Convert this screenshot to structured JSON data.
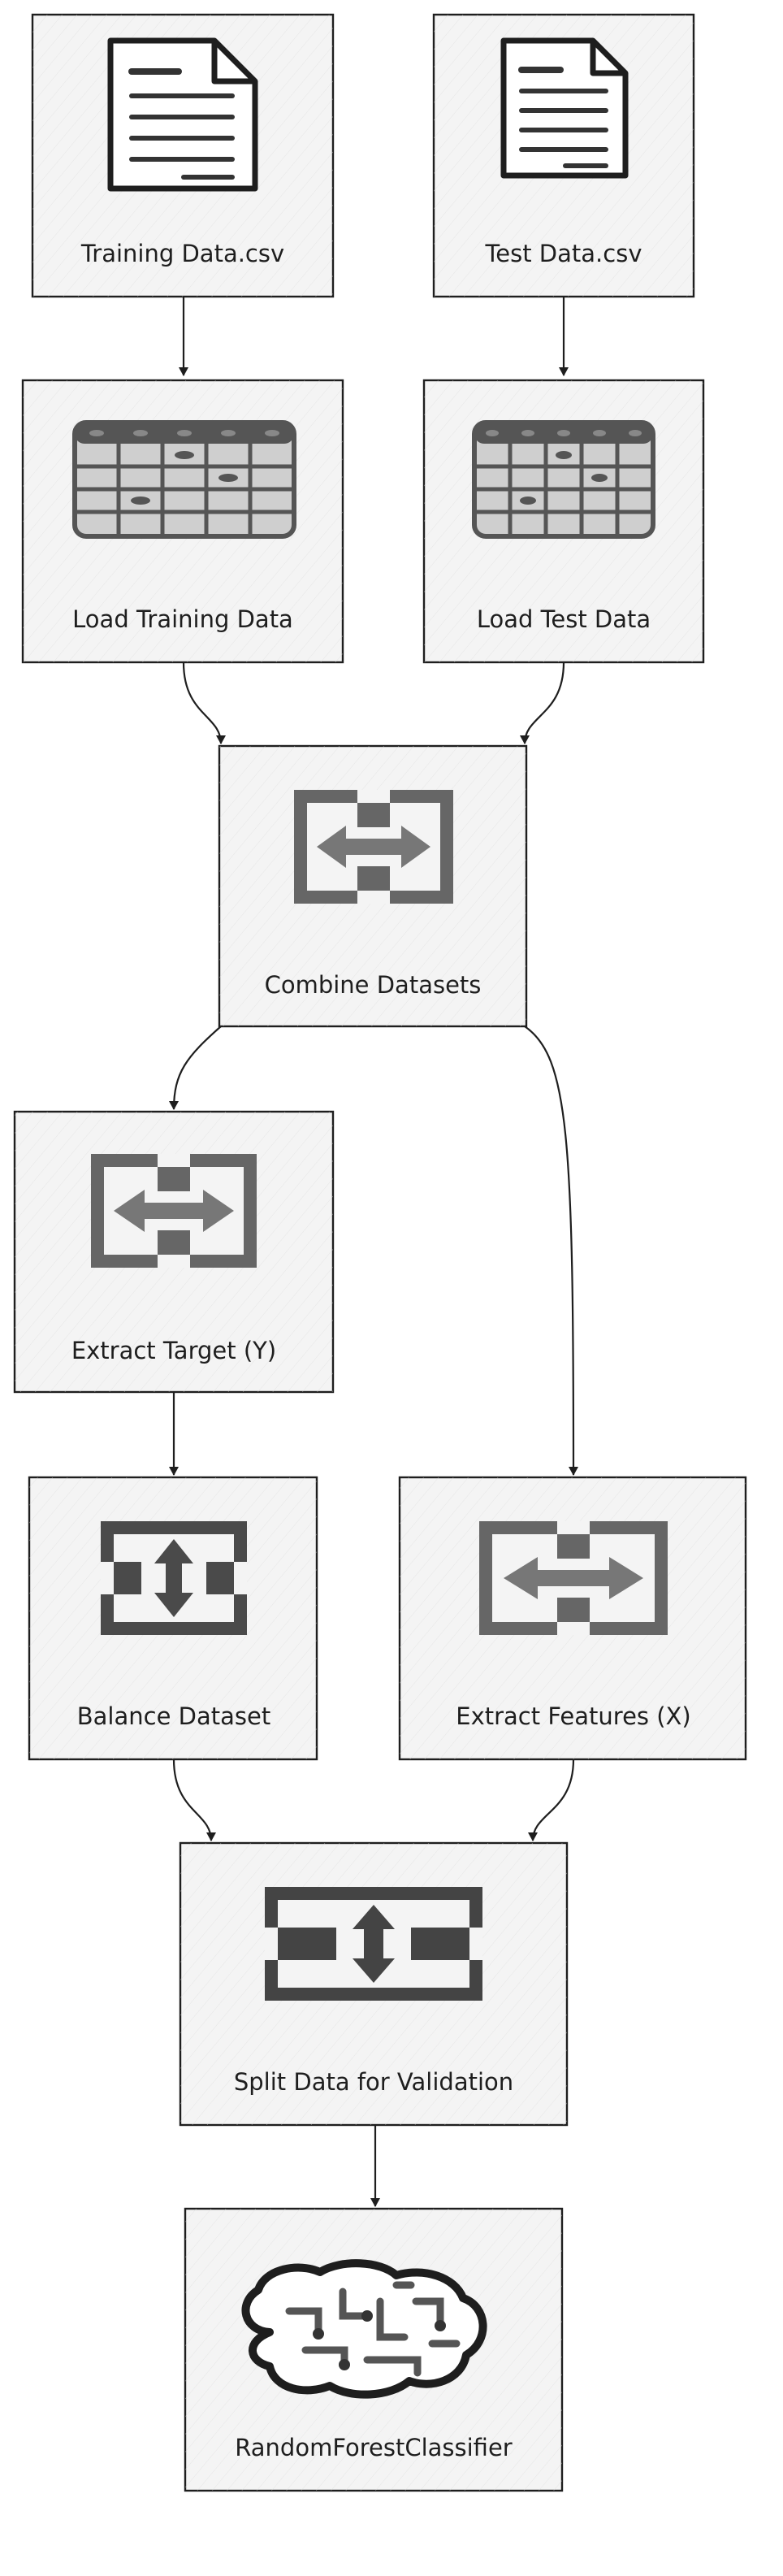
{
  "colors": {
    "box_fill": "#f4f4f4",
    "stroke": "#1e1e1e",
    "icon": "#555555"
  },
  "nodes": [
    {
      "id": "training-data-csv",
      "label": "Training Data.csv",
      "icon": "document-icon"
    },
    {
      "id": "test-data-csv",
      "label": "Test Data.csv",
      "icon": "document-icon"
    },
    {
      "id": "load-training-data",
      "label": "Load Training Data",
      "icon": "table-icon"
    },
    {
      "id": "load-test-data",
      "label": "Load Test Data",
      "icon": "table-icon"
    },
    {
      "id": "combine-datasets",
      "label": "Combine Datasets",
      "icon": "transfer-horizontal-icon"
    },
    {
      "id": "extract-target",
      "label": "Extract Target (Y)",
      "icon": "transfer-horizontal-icon"
    },
    {
      "id": "balance-dataset",
      "label": "Balance Dataset",
      "icon": "transfer-vertical-icon"
    },
    {
      "id": "extract-features",
      "label": "Extract Features (X)",
      "icon": "transfer-horizontal-icon"
    },
    {
      "id": "split-data",
      "label": "Split Data for Validation",
      "icon": "transfer-vertical-icon"
    },
    {
      "id": "random-forest",
      "label": "RandomForestClassifier",
      "icon": "brain-icon"
    }
  ],
  "edges": [
    {
      "from": "training-data-csv",
      "to": "load-training-data"
    },
    {
      "from": "test-data-csv",
      "to": "load-test-data"
    },
    {
      "from": "load-training-data",
      "to": "combine-datasets"
    },
    {
      "from": "load-test-data",
      "to": "combine-datasets"
    },
    {
      "from": "combine-datasets",
      "to": "extract-target"
    },
    {
      "from": "combine-datasets",
      "to": "extract-features"
    },
    {
      "from": "extract-target",
      "to": "balance-dataset"
    },
    {
      "from": "balance-dataset",
      "to": "split-data"
    },
    {
      "from": "extract-features",
      "to": "split-data"
    },
    {
      "from": "split-data",
      "to": "random-forest"
    }
  ]
}
